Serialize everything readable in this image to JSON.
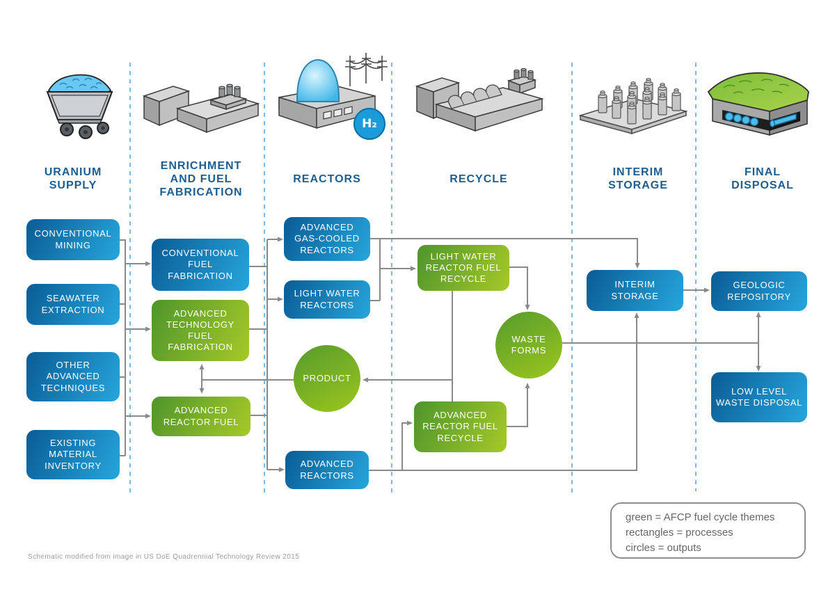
{
  "columns": [
    {
      "id": "uranium-supply",
      "title": "URANIUM SUPPLY",
      "icon": "mine-cart-icon"
    },
    {
      "id": "enrichment-and-fuel-fabrication",
      "title": "ENRICHMENT AND FUEL FABRICATION",
      "icon": "enrichment-plant-icon"
    },
    {
      "id": "reactors",
      "title": "REACTORS",
      "icon": "reactor-dome-icon",
      "icon_badge": "H₂"
    },
    {
      "id": "recycle",
      "title": "RECYCLE",
      "icon": "recycle-plant-icon"
    },
    {
      "id": "interim-storage",
      "title": "INTERIM STORAGE",
      "icon": "storage-canisters-icon"
    },
    {
      "id": "final-disposal",
      "title": "FINAL DISPOSAL",
      "icon": "disposal-site-icon"
    }
  ],
  "nodes": {
    "conventional_mining": {
      "label": "CONVENTIONAL MINING",
      "type": "process",
      "theme": "blue"
    },
    "seawater_extraction": {
      "label": "SEAWATER EXTRACTION",
      "type": "process",
      "theme": "blue"
    },
    "other_advanced_techniques": {
      "label": "OTHER ADVANCED TECHNIQUES",
      "type": "process",
      "theme": "blue"
    },
    "existing_material_inventory": {
      "label": "EXISTING MATERIAL INVENTORY",
      "type": "process",
      "theme": "blue"
    },
    "conventional_fuel_fabrication": {
      "label": "CONVENTIONAL FUEL FABRICATION",
      "type": "process",
      "theme": "blue"
    },
    "advanced_technology_fuel_fabrication": {
      "label": "ADVANCED TECHNOLOGY FUEL FABRICATION",
      "type": "process",
      "theme": "green"
    },
    "advanced_reactor_fuel": {
      "label": "ADVANCED REACTOR FUEL",
      "type": "process",
      "theme": "green"
    },
    "advanced_gas_cooled_reactors": {
      "label": "ADVANCED GAS-COOLED REACTORS",
      "type": "process",
      "theme": "blue"
    },
    "light_water_reactors": {
      "label": "LIGHT WATER REACTORS",
      "type": "process",
      "theme": "blue"
    },
    "product": {
      "label": "PRODUCT",
      "type": "output",
      "theme": "green"
    },
    "advanced_reactors": {
      "label": "ADVANCED REACTORS",
      "type": "process",
      "theme": "blue"
    },
    "light_water_reactor_fuel_recycle": {
      "label": "LIGHT WATER REACTOR FUEL RECYCLE",
      "type": "process",
      "theme": "green"
    },
    "waste_forms": {
      "label": "WASTE FORMS",
      "type": "output",
      "theme": "green"
    },
    "advanced_reactor_fuel_recycle": {
      "label": "ADVANCED REACTOR FUEL RECYCLE",
      "type": "process",
      "theme": "green"
    },
    "interim_storage": {
      "label": "INTERIM STORAGE",
      "type": "process",
      "theme": "blue"
    },
    "geologic_repository": {
      "label": "GEOLOGIC REPOSITORY",
      "type": "process",
      "theme": "blue"
    },
    "low_level_waste_disposal": {
      "label": "LOW LEVEL WASTE DISPOSAL",
      "type": "process",
      "theme": "blue"
    }
  },
  "edges": [
    {
      "from": "conventional_mining|seawater_extraction|other_advanced_techniques|existing_material_inventory",
      "to": "conventional_fuel_fabrication|advanced_technology_fuel_fabrication|advanced_reactor_fuel",
      "via": "shared-bus"
    },
    {
      "from": "conventional_fuel_fabrication|advanced_technology_fuel_fabrication|advanced_reactor_fuel",
      "to": "advanced_gas_cooled_reactors|light_water_reactors|advanced_reactors",
      "via": "shared-bus"
    },
    {
      "from": "advanced_gas_cooled_reactors|light_water_reactors",
      "to": "light_water_reactor_fuel_recycle"
    },
    {
      "from": "advanced_gas_cooled_reactors|light_water_reactors",
      "to": "interim_storage"
    },
    {
      "from": "advanced_reactors",
      "to": "advanced_reactor_fuel_recycle"
    },
    {
      "from": "advanced_reactors",
      "to": "interim_storage"
    },
    {
      "from": "light_water_reactor_fuel_recycle",
      "to": "waste_forms"
    },
    {
      "from": "advanced_reactor_fuel_recycle",
      "to": "waste_forms"
    },
    {
      "from": "light_water_reactor_fuel_recycle|advanced_reactor_fuel_recycle",
      "to": "product"
    },
    {
      "from": "product",
      "to": "advanced_technology_fuel_fabrication|advanced_reactor_fuel",
      "bidirectional": true
    },
    {
      "from": "waste_forms",
      "to": "geologic_repository|low_level_waste_disposal"
    },
    {
      "from": "interim_storage",
      "to": "geologic_repository"
    }
  ],
  "legend": {
    "lines": [
      "green = AFCP fuel cycle themes",
      "rectangles = processes",
      "circles = outputs"
    ]
  },
  "caption": "Schematic modified from image in US DoE Quadrennial Technology Review 2015",
  "colors": {
    "process_blue_dark": "#0A5C95",
    "process_blue_light": "#26A6DB",
    "theme_green_dark": "#4E952C",
    "theme_green_light": "#A6C928",
    "header_text": "#1C5E92",
    "connector_gray": "#8A8A8A",
    "divider_dashed_blue": "#7EB8DE",
    "legend_text": "#666666",
    "h2_badge_blue": "#1B9CD8"
  }
}
